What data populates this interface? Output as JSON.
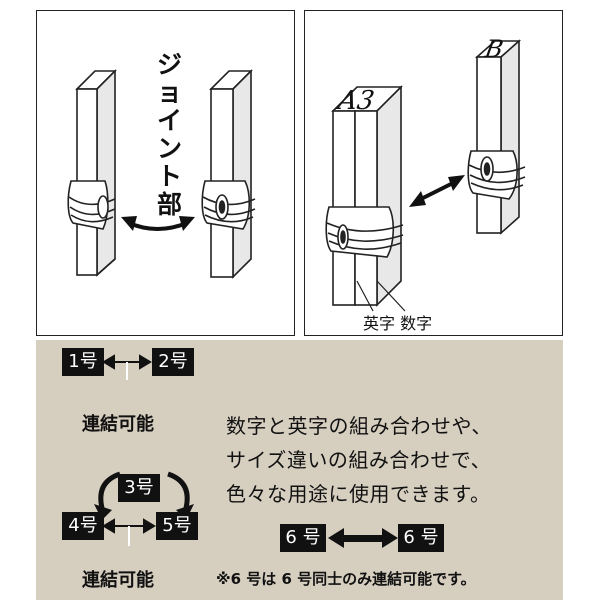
{
  "left_panel": {
    "joint_label_chars": [
      "ジ",
      "ョ",
      "イ",
      "ン",
      "ト",
      "部"
    ]
  },
  "right_panel": {
    "stamp_a3_text": "A3",
    "stamp_b_text": "B",
    "caption": "英字 数字"
  },
  "bottom": {
    "box_1": "1号",
    "box_2": "2号",
    "label_top": "連結可能",
    "box_3": "3号",
    "box_4": "4号",
    "box_5": "5号",
    "label_bottom": "連結可能",
    "message_lines": [
      "数字と英字の組み合わせや、",
      "サイズ違いの組み合わせで、",
      "色々な用途に使用できます。"
    ],
    "box_6a": "6 号",
    "box_6b": "6 号",
    "note": "※6 号は 6 号同士のみ連結可能です。"
  },
  "colors": {
    "box_fill": "#111111",
    "background_bottom": "#d6cfc0"
  }
}
